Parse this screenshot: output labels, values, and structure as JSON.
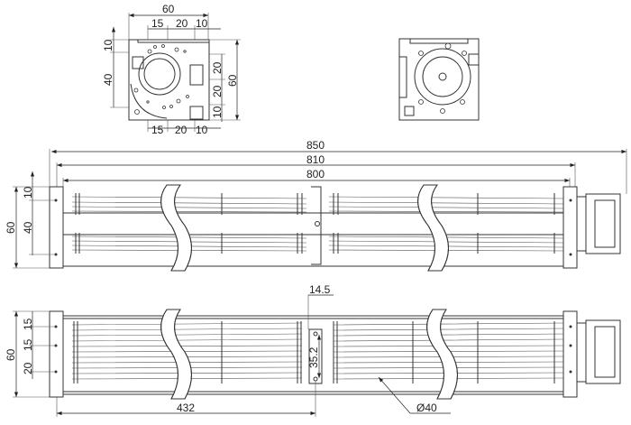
{
  "end_view_left": {
    "width_total": "60",
    "top_a": "15",
    "top_b": "20",
    "top_c": "10",
    "left_a": "10",
    "left_b": "40",
    "right_a": "20",
    "right_b": "20",
    "right_c": "10",
    "right_total": "60",
    "bottom_a": "15",
    "bottom_b": "20",
    "bottom_c": "10"
  },
  "top_view": {
    "overall": "850",
    "mount": "810",
    "body": "800",
    "height_total": "60",
    "height_a": "10",
    "height_b": "40"
  },
  "bottom_view": {
    "height_total": "60",
    "h_a": "15",
    "h_b": "15",
    "h_c": "20",
    "bracket_offset": "14.5",
    "bracket_hole_spacing": "35.2",
    "center_distance": "432",
    "rotor_diameter": "Ø40"
  },
  "colors": {
    "line": "#333333",
    "background": "#ffffff"
  }
}
